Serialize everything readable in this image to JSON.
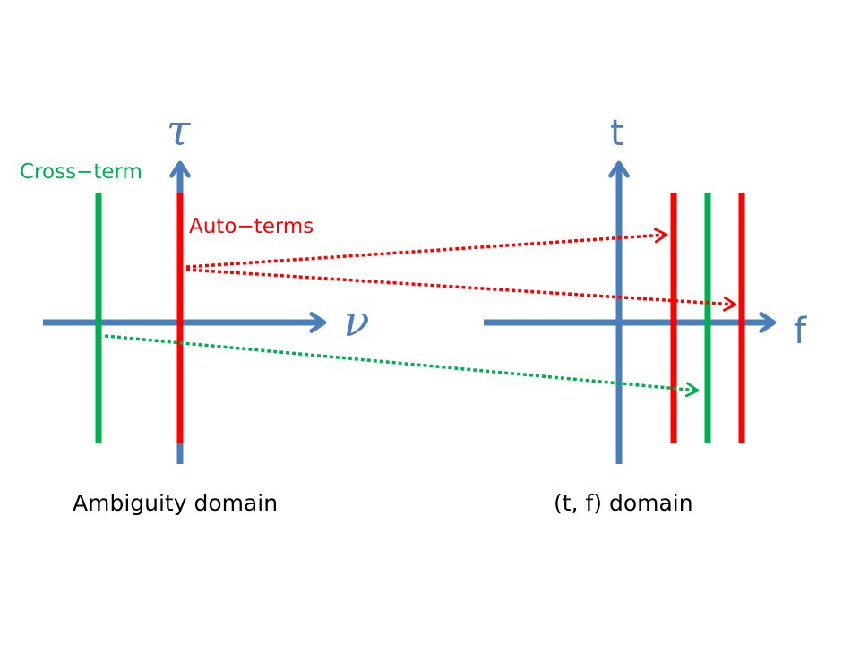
{
  "colors": {
    "axis": "#4a7ebb",
    "auto_term": "#ff0000",
    "cross_term": "#00b050",
    "caption": "#000000"
  },
  "ambiguity": {
    "vertical_axis_label": "τ",
    "horizontal_axis_label": "ν",
    "cross_term_label": "Cross−term",
    "auto_terms_label": "Auto−terms",
    "caption": "Ambiguity domain"
  },
  "tf": {
    "vertical_axis_label": "t",
    "horizontal_axis_label": "f",
    "caption": "(t, f) domain"
  }
}
